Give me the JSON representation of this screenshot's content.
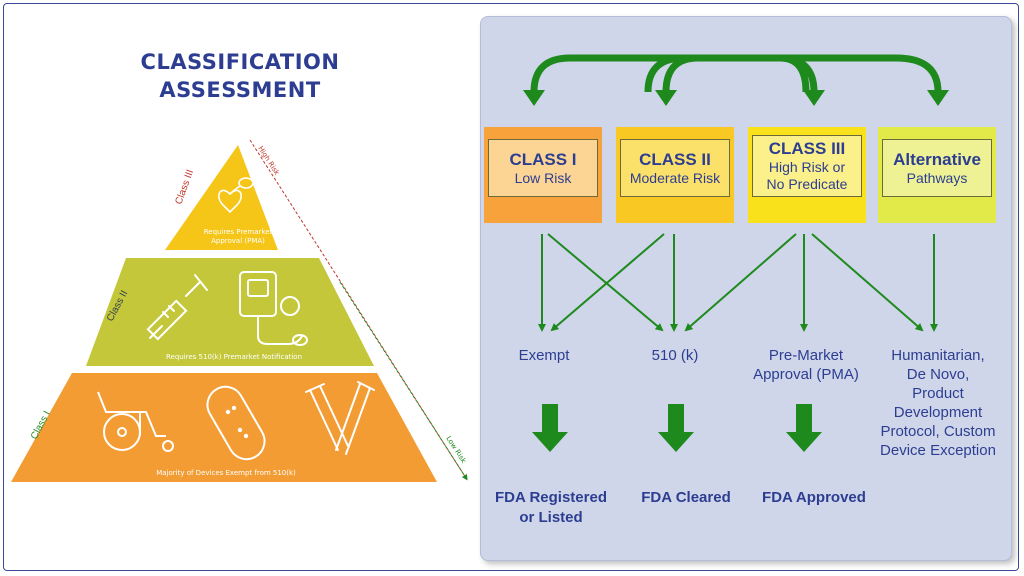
{
  "title": {
    "line1": "CLASSIFICATION",
    "line2": "ASSESSMENT"
  },
  "pyramid": {
    "levels": [
      {
        "name": "Class III",
        "description_line1": "Requires Premarket",
        "description_line2": "Approval (PMA)",
        "color": "#f5c518",
        "label_color": "#c0392b"
      },
      {
        "name": "Class II",
        "description": "Requires 510(k) Premarket Notification",
        "color": "#c5c73a",
        "label_color": "#2d3e50"
      },
      {
        "name": "Class I",
        "description": "Majority of Devices Exempt from 510(k)",
        "color": "#f39c34",
        "label_color": "#1e8a1e"
      }
    ],
    "risk_high": "High Risk",
    "risk_low": "Low Risk",
    "risk_high_color": "#c0392b",
    "risk_low_color": "#1e8a1e"
  },
  "classes": [
    {
      "heading": "CLASS I",
      "sub": "Low Risk",
      "outer_color": "#f7a23b",
      "inner_color": "#fcd595"
    },
    {
      "heading": "CLASS II",
      "sub": "Moderate Risk",
      "outer_color": "#f9c823",
      "inner_color": "#fbe06a"
    },
    {
      "heading": "CLASS III",
      "sub_line1": "High Risk or",
      "sub_line2": "No Predicate",
      "outer_color": "#f9e11b",
      "inner_color": "#fbf08a"
    },
    {
      "heading": "Alternative",
      "sub": "Pathways",
      "outer_color": "#e2ea4a",
      "inner_color": "#eef294"
    }
  ],
  "pathways": {
    "exempt": "Exempt",
    "k510": "510 (k)",
    "pma_line1": "Pre-Market",
    "pma_line2": "Approval (PMA)",
    "alt_line1": "Humanitarian,",
    "alt_line2": "De Novo,",
    "alt_line3": "Product",
    "alt_line4": "Development",
    "alt_line5": "Protocol, Custom",
    "alt_line6": "Device Exception"
  },
  "outcomes": {
    "registered_line1": "FDA Registered",
    "registered_line2": "or Listed",
    "cleared": "FDA Cleared",
    "approved": "FDA Approved"
  },
  "colors": {
    "arrow_green": "#1e8a1e",
    "title_blue": "#2d3e92",
    "panel_bg": "#cfd6e9"
  }
}
